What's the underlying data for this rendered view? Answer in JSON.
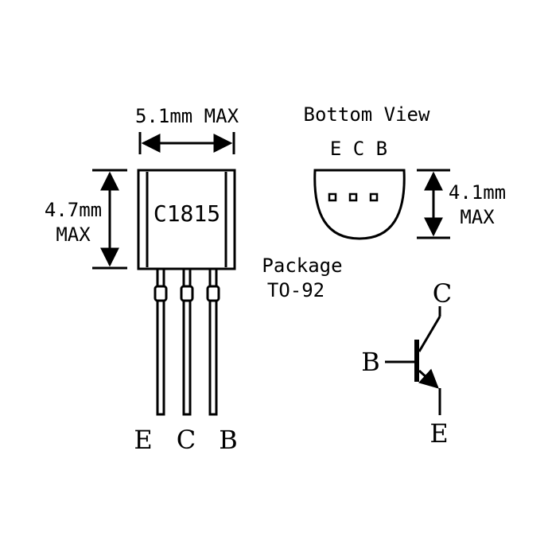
{
  "front_view": {
    "width_label": "5.1mm MAX",
    "height_label_line1": "4.7mm",
    "height_label_line2": "MAX",
    "marking": "C1815",
    "pins": [
      "E",
      "C",
      "B"
    ]
  },
  "bottom_view": {
    "title": "Bottom View",
    "pins": "E C B",
    "depth_label_line1": "4.1mm",
    "depth_label_line2": "MAX"
  },
  "package": {
    "line1": "Package",
    "line2": "TO-92"
  },
  "symbol": {
    "collector": "C",
    "base": "B",
    "emitter": "E"
  },
  "colors": {
    "ink": "#000000",
    "background": "#ffffff"
  }
}
